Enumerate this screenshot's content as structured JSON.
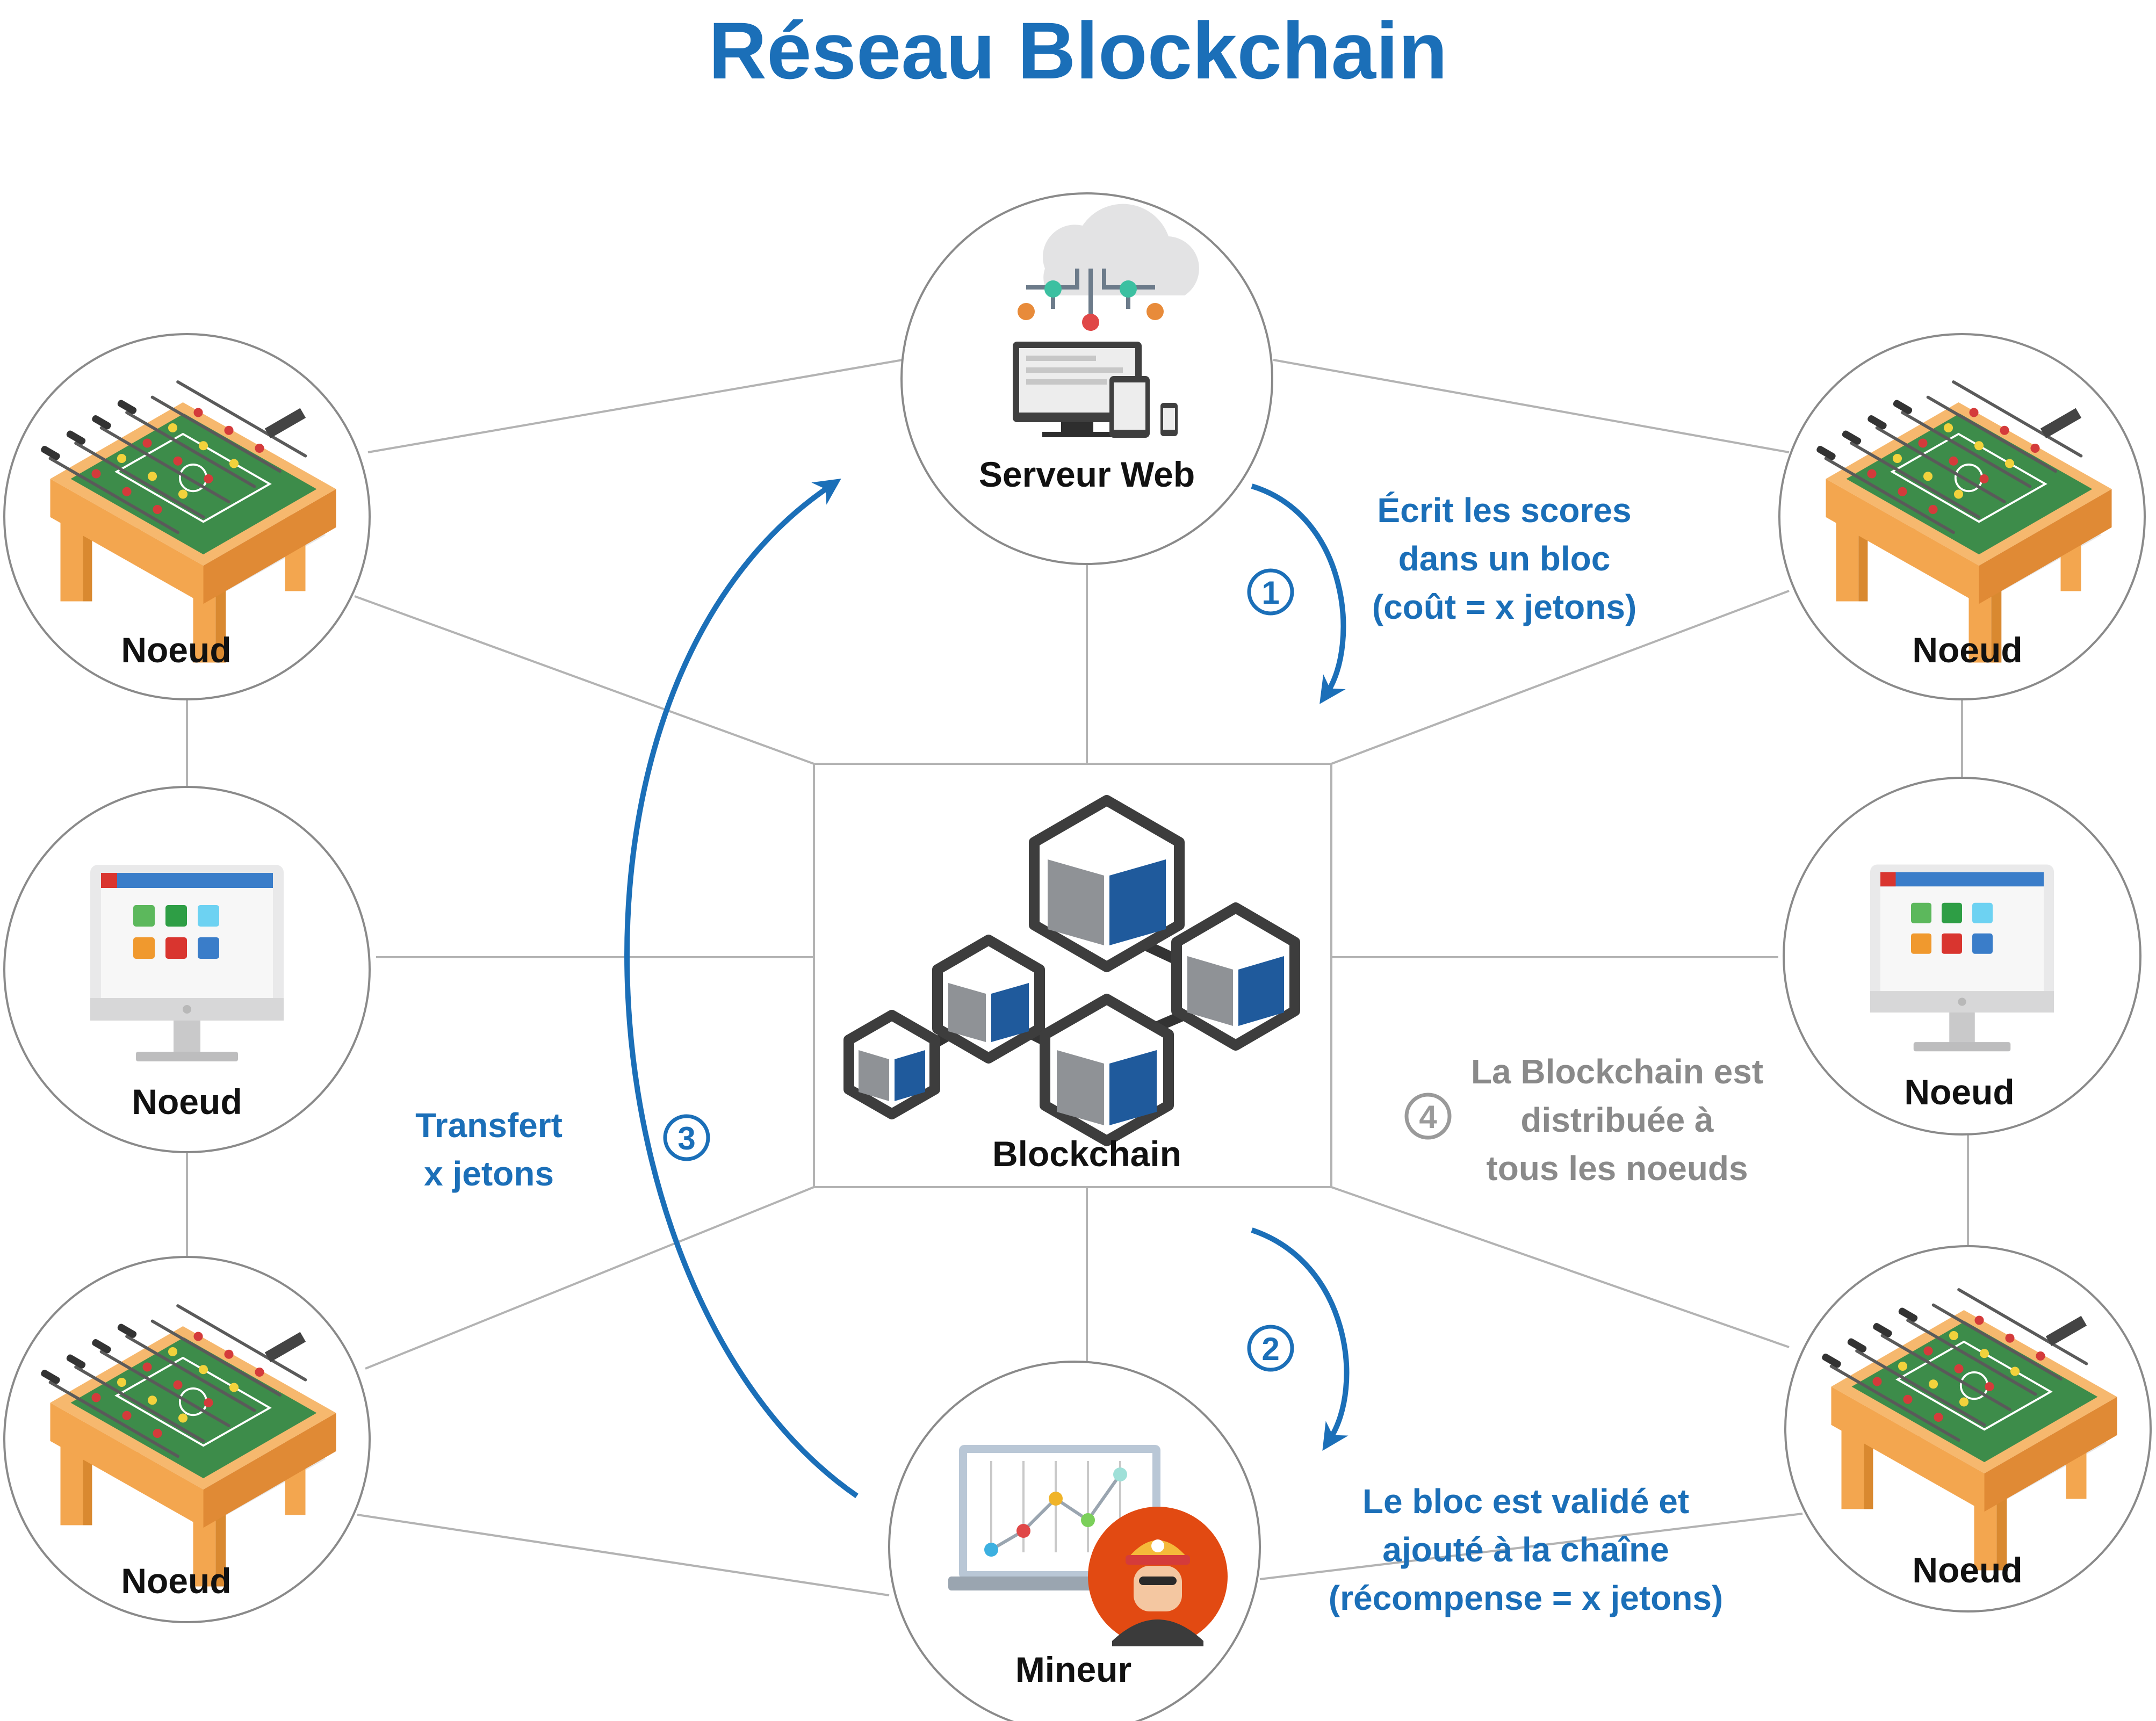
{
  "title": "Réseau Blockchain",
  "center": {
    "label": "Blockchain"
  },
  "web_server": {
    "label": "Serveur Web"
  },
  "miner": {
    "label": "Mineur"
  },
  "nodes": [
    {
      "label": "Noeud",
      "icon": "foosball-table-icon"
    },
    {
      "label": "Noeud",
      "icon": "foosball-table-icon"
    },
    {
      "label": "Noeud",
      "icon": "monitor-icon"
    },
    {
      "label": "Noeud",
      "icon": "monitor-icon"
    },
    {
      "label": "Noeud",
      "icon": "foosball-table-icon"
    },
    {
      "label": "Noeud",
      "icon": "foosball-table-icon"
    }
  ],
  "steps": {
    "step1": {
      "number": "1",
      "lines": [
        "Écrit les scores",
        "dans un bloc",
        "(coût = x jetons)"
      ]
    },
    "step2": {
      "number": "2",
      "lines": [
        "Le bloc est validé et",
        "ajouté à la chaîne",
        "(récompense = x jetons)"
      ]
    },
    "step3": {
      "number": "3",
      "lines": [
        "Transfert",
        "x jetons"
      ]
    },
    "step4": {
      "number": "4",
      "lines": [
        "La Blockchain est",
        "distribuée à",
        "tous les noeuds"
      ]
    }
  },
  "colors": {
    "accent": "#1b6fb8",
    "muted": "#8a8a8a",
    "line": "#b3b3b3",
    "block_blue": "#1f5a9c",
    "block_grey": "#8f9296",
    "wood": "#f3a64f",
    "field": "#3d8c4a"
  }
}
